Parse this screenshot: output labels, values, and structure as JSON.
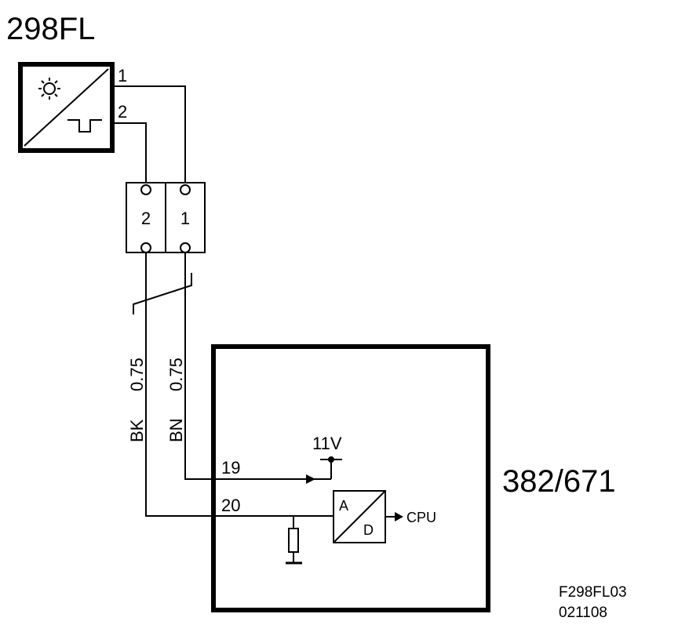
{
  "sensor": {
    "id": "298FL",
    "pins": {
      "p1": "1",
      "p2": "2"
    }
  },
  "connector": {
    "pins": [
      "2",
      "1"
    ]
  },
  "wires": {
    "left": {
      "color": "BK",
      "gauge": "0.75"
    },
    "right": {
      "color": "BN",
      "gauge": "0.75"
    }
  },
  "control_unit": {
    "id": "382/671",
    "pin_19": "19",
    "pin_20": "20",
    "supply": "11V",
    "adc": {
      "in": "A",
      "out": "D",
      "target": "CPU"
    }
  },
  "footer": {
    "code": "F298FL03",
    "date": "021108"
  },
  "colors": {
    "ink": "#000000",
    "background": "#ffffff"
  }
}
